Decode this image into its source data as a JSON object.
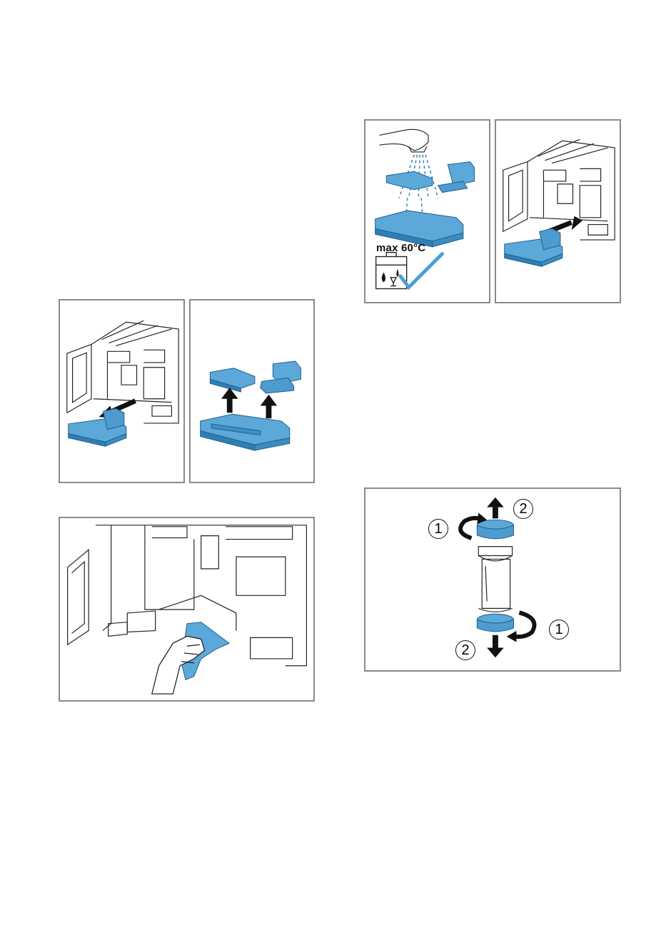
{
  "figures": {
    "remove_tray": {
      "name": "remove-tray-figure"
    },
    "disassemble_tray": {
      "name": "disassemble-tray-figure"
    },
    "wipe_interior": {
      "name": "wipe-interior-figure"
    },
    "rinse_tray": {
      "name": "rinse-tray-figure",
      "temperature_label": "max 60°C"
    },
    "insert_tray": {
      "name": "insert-tray-figure"
    },
    "container_lids": {
      "name": "container-lids-figure",
      "step_numbers": {
        "top_turn": "1",
        "top_pull": "2",
        "bottom_turn": "1",
        "bottom_pull": "2"
      }
    }
  },
  "colors": {
    "accent_blue": "#5ba8d9",
    "dark_blue": "#2f7fb5",
    "frame": "#8a8a8a",
    "line": "#222222"
  }
}
